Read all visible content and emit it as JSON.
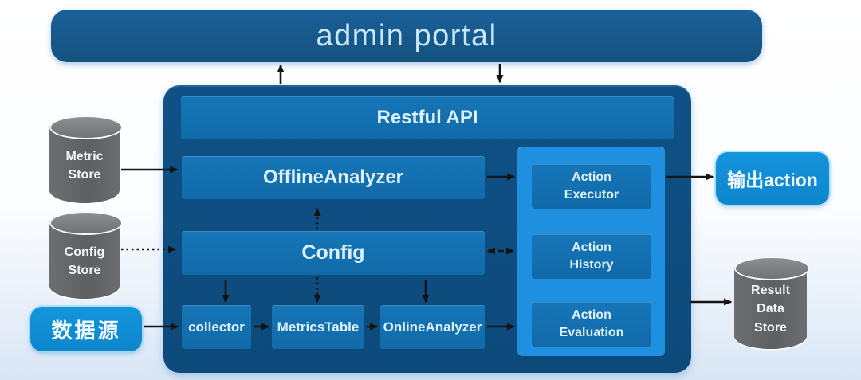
{
  "admin_portal": {
    "label": "admin portal"
  },
  "core": {
    "restful_api_label": "Restful API",
    "offline_analyzer_label": "OfflineAnalyzer",
    "config_label": "Config",
    "collector_label": "collector",
    "metrics_table_label": "MetricsTable",
    "online_analyzer_label": "OnlineAnalyzer"
  },
  "action_panel": {
    "executor_label": "Action Executor",
    "history_label": "Action History",
    "evaluation_label": "Action Evaluation"
  },
  "datastores": {
    "metric_store_label": "Metric Store",
    "config_store_label": "Config Store",
    "result_data_store_label": "Result Data Store"
  },
  "io": {
    "data_source_label": "数据源",
    "output_action_label": "输出action"
  },
  "colors": {
    "portal_blue": "#17598f",
    "container_navy": "#0e4d80",
    "module_blue": "#1470b1",
    "panel_bright_blue": "#1f8fe0",
    "pill_blue": "#0e8ed6",
    "cylinder_gray": "#636567",
    "arrow_black": "#141414"
  }
}
